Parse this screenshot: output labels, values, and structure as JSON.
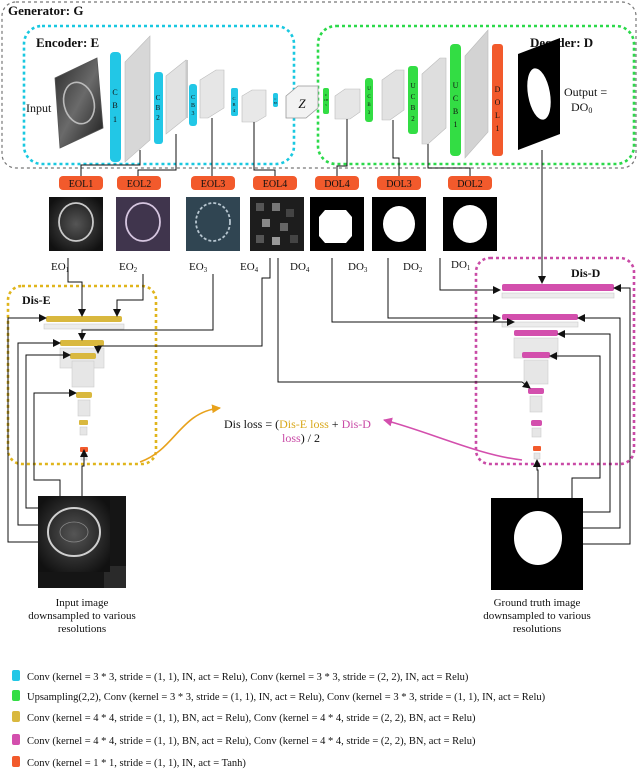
{
  "generator": {
    "title": "Generator: G"
  },
  "encoder": {
    "title": "Encoder: E",
    "input_label": "Input",
    "blocks": [
      "C B 1",
      "C B 2",
      "C B 3",
      "C B 4",
      "C B 5"
    ]
  },
  "bottleneck": {
    "label": "Z"
  },
  "decoder": {
    "title": "Decoder: D",
    "output_label_1": "Output =",
    "output_label_2": "DO",
    "output_subscript": "0",
    "blocks": [
      "U C B 5",
      "U C B 4",
      "U C B 3",
      "U C B 2",
      "U C B 1",
      "D O L 1"
    ]
  },
  "output_layers": {
    "encoder": [
      "EOL1",
      "EOL2",
      "EOL3",
      "EOL4"
    ],
    "decoder": [
      "DOL4",
      "DOL3",
      "DOL2"
    ]
  },
  "outputs": {
    "encoder": [
      {
        "base": "EO",
        "sub": "1"
      },
      {
        "base": "EO",
        "sub": "2"
      },
      {
        "base": "EO",
        "sub": "3"
      },
      {
        "base": "EO",
        "sub": "4"
      }
    ],
    "decoder": [
      {
        "base": "DO",
        "sub": "4"
      },
      {
        "base": "DO",
        "sub": "3"
      },
      {
        "base": "DO",
        "sub": "2"
      },
      {
        "base": "DO",
        "sub": "1"
      }
    ]
  },
  "discriminators": {
    "dis_e": "Dis-E",
    "dis_d": "Dis-D"
  },
  "loss": {
    "prefix": "Dis loss = (",
    "dis_e_loss": "Dis-E loss",
    "plus": " + ",
    "dis_d_loss": "Dis-D",
    "line2_colored": "loss",
    "suffix": ") / 2"
  },
  "captions": {
    "input": [
      "Input image",
      "downsampled to various",
      "resolutions"
    ],
    "ground_truth": [
      "Ground truth image",
      "downsampled to various",
      "resolutions"
    ]
  },
  "legend": [
    {
      "color": "#22c7e6",
      "text": "Conv (kernel = 3 * 3, stride = (1, 1), IN, act = Relu), Conv (kernel = 3 * 3, stride = (2, 2), IN, act = Relu)"
    },
    {
      "color": "#33dd44",
      "text": "Upsampling(2,2), Conv (kernel = 3 * 3, stride = (1, 1), IN, act = Relu), Conv (kernel = 3 * 3, stride = (1, 1), IN, act = Relu)"
    },
    {
      "color": "#d9b83e",
      "text": "Conv (kernel = 4 * 4, stride = (1, 1), BN, act = Relu), Conv (kernel = 4 * 4, stride = (2, 2), BN, act = Relu)"
    },
    {
      "color": "#d34fad",
      "text": "Conv (kernel = 4 * 4, stride = (1, 1), BN, act = Relu), Conv (kernel = 4 * 4, stride = (2, 2), BN, act = Relu)"
    },
    {
      "color": "#f25a2c",
      "text": "Conv (kernel = 1 * 1, stride = (1, 1), IN, act = Tanh)"
    }
  ],
  "colors": {
    "cyan": "#22c7e6",
    "green": "#33dd44",
    "orange": "#f25a2c",
    "gold": "#d9b83e",
    "magenta": "#d34fad",
    "encoder_border": "#19c8e0",
    "decoder_border": "#2bd94a"
  }
}
